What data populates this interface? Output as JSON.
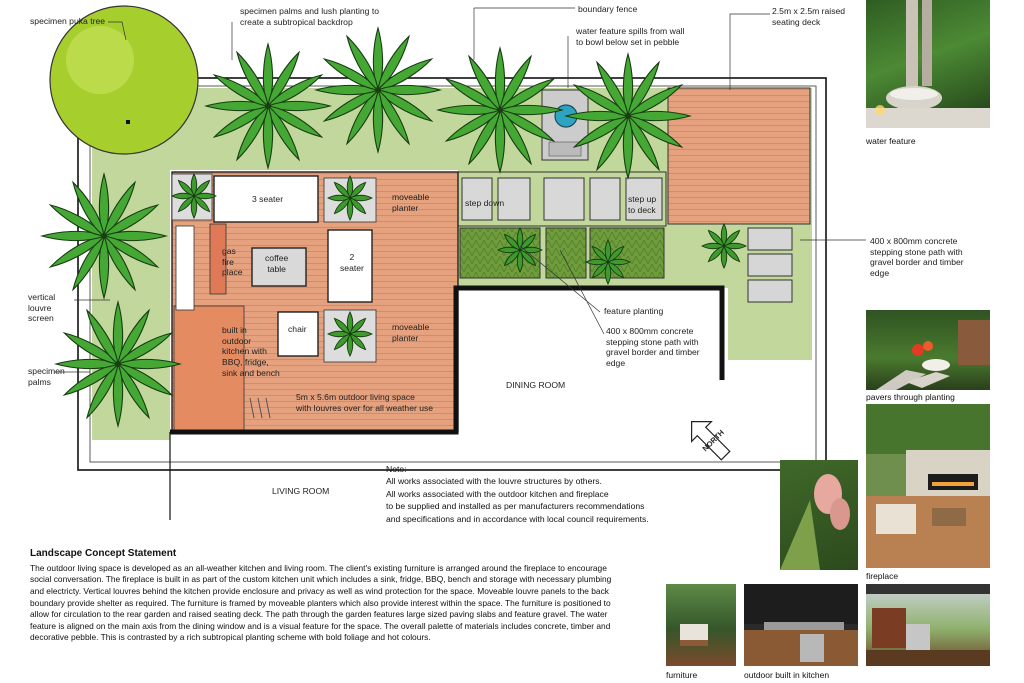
{
  "labels": {
    "puka": "specimen puka tree",
    "palms_backdrop": "specimen palms and lush planting to\ncreate a subtropical backdrop",
    "boundary_fence": "boundary fence",
    "water_spill": "water feature spills from wall\nto bowl below set in pebble",
    "raised_deck": "2.5m x 2.5m raised\nseating deck",
    "three_seater": "3 seater",
    "moveable_planter_1": "moveable\nplanter",
    "step_down": "step down",
    "step_up": "step up\nto deck",
    "gas_fire": "gas\nfire\nplace",
    "coffee_table": "coffee\ntable",
    "two_seater": "2\nseater",
    "chair": "chair",
    "moveable_planter_2": "moveable\nplanter",
    "kitchen": "built in\noutdoor\nkitchen with\nBBQ, fridge,\nsink and bench",
    "living_space": "5m x 5.6m outdoor living space\nwith louvres over for all weather use",
    "vertical_louvre": "vertical\nlouvre\nscreen",
    "specimen_palms": "specimen\npalms",
    "feature_planting": "feature planting",
    "stepping_path_1": "400 x 800mm concrete\nstepping stone path with\ngravel border and timber\nedge",
    "stepping_path_2": "400 x 800mm concrete\nstepping stone path with\ngravel border and timber\nedge",
    "dining_room": "DINING ROOM",
    "living_room": "LIVING ROOM",
    "north": "NORTH"
  },
  "note": {
    "title": "Note:",
    "lines": [
      "All works associated with the louvre structures by others.",
      "All works associated with the outdoor kitchen and fireplace",
      "to be supplied and installed as per manufacturers recommendations",
      "and specifications and in accordance with local council requirements."
    ]
  },
  "statement": {
    "title": "Landscape Concept Statement",
    "body": "The outdoor living space is developed as an all-weather kitchen and living room. The client's existing furniture is arranged around the fireplace to encourage social conversation. The fireplace is built in as part of the custom kitchen unit which includes a sink, fridge, BBQ, bench and storage with necessary plumbing and electricty. Vertical louvres behind the kitchen provide enclosure and privacy as well as wind protection for the space. Moveable louvre panels to the back boundary provide shelter as required. The furniture is framed by moveable planters which also provide interest within the space. The furniture is positioned to allow for circulation to the rear garden and raised seating deck. The path through the garden features large sized paving slabs and feature gravel. The water feature is aligned on the main axis from the dining window and is a visual feature for the space. The overall palette of materials includes concrete, timber and decorative pebble. This is contrasted by a rich subtropical planting scheme with bold foliage and hot colours."
  },
  "photos": {
    "water_feature": "water feature",
    "pavers": "pavers through planting",
    "fireplace": "fireplace",
    "furniture": "furniture",
    "kitchen": "outdoor built in kitchen"
  },
  "colors": {
    "timber": "#e3a07c",
    "grass": "#a8c57a",
    "palm": "#3c9a2c",
    "puka": "#9cc630",
    "concrete": "#d9d9d9"
  }
}
